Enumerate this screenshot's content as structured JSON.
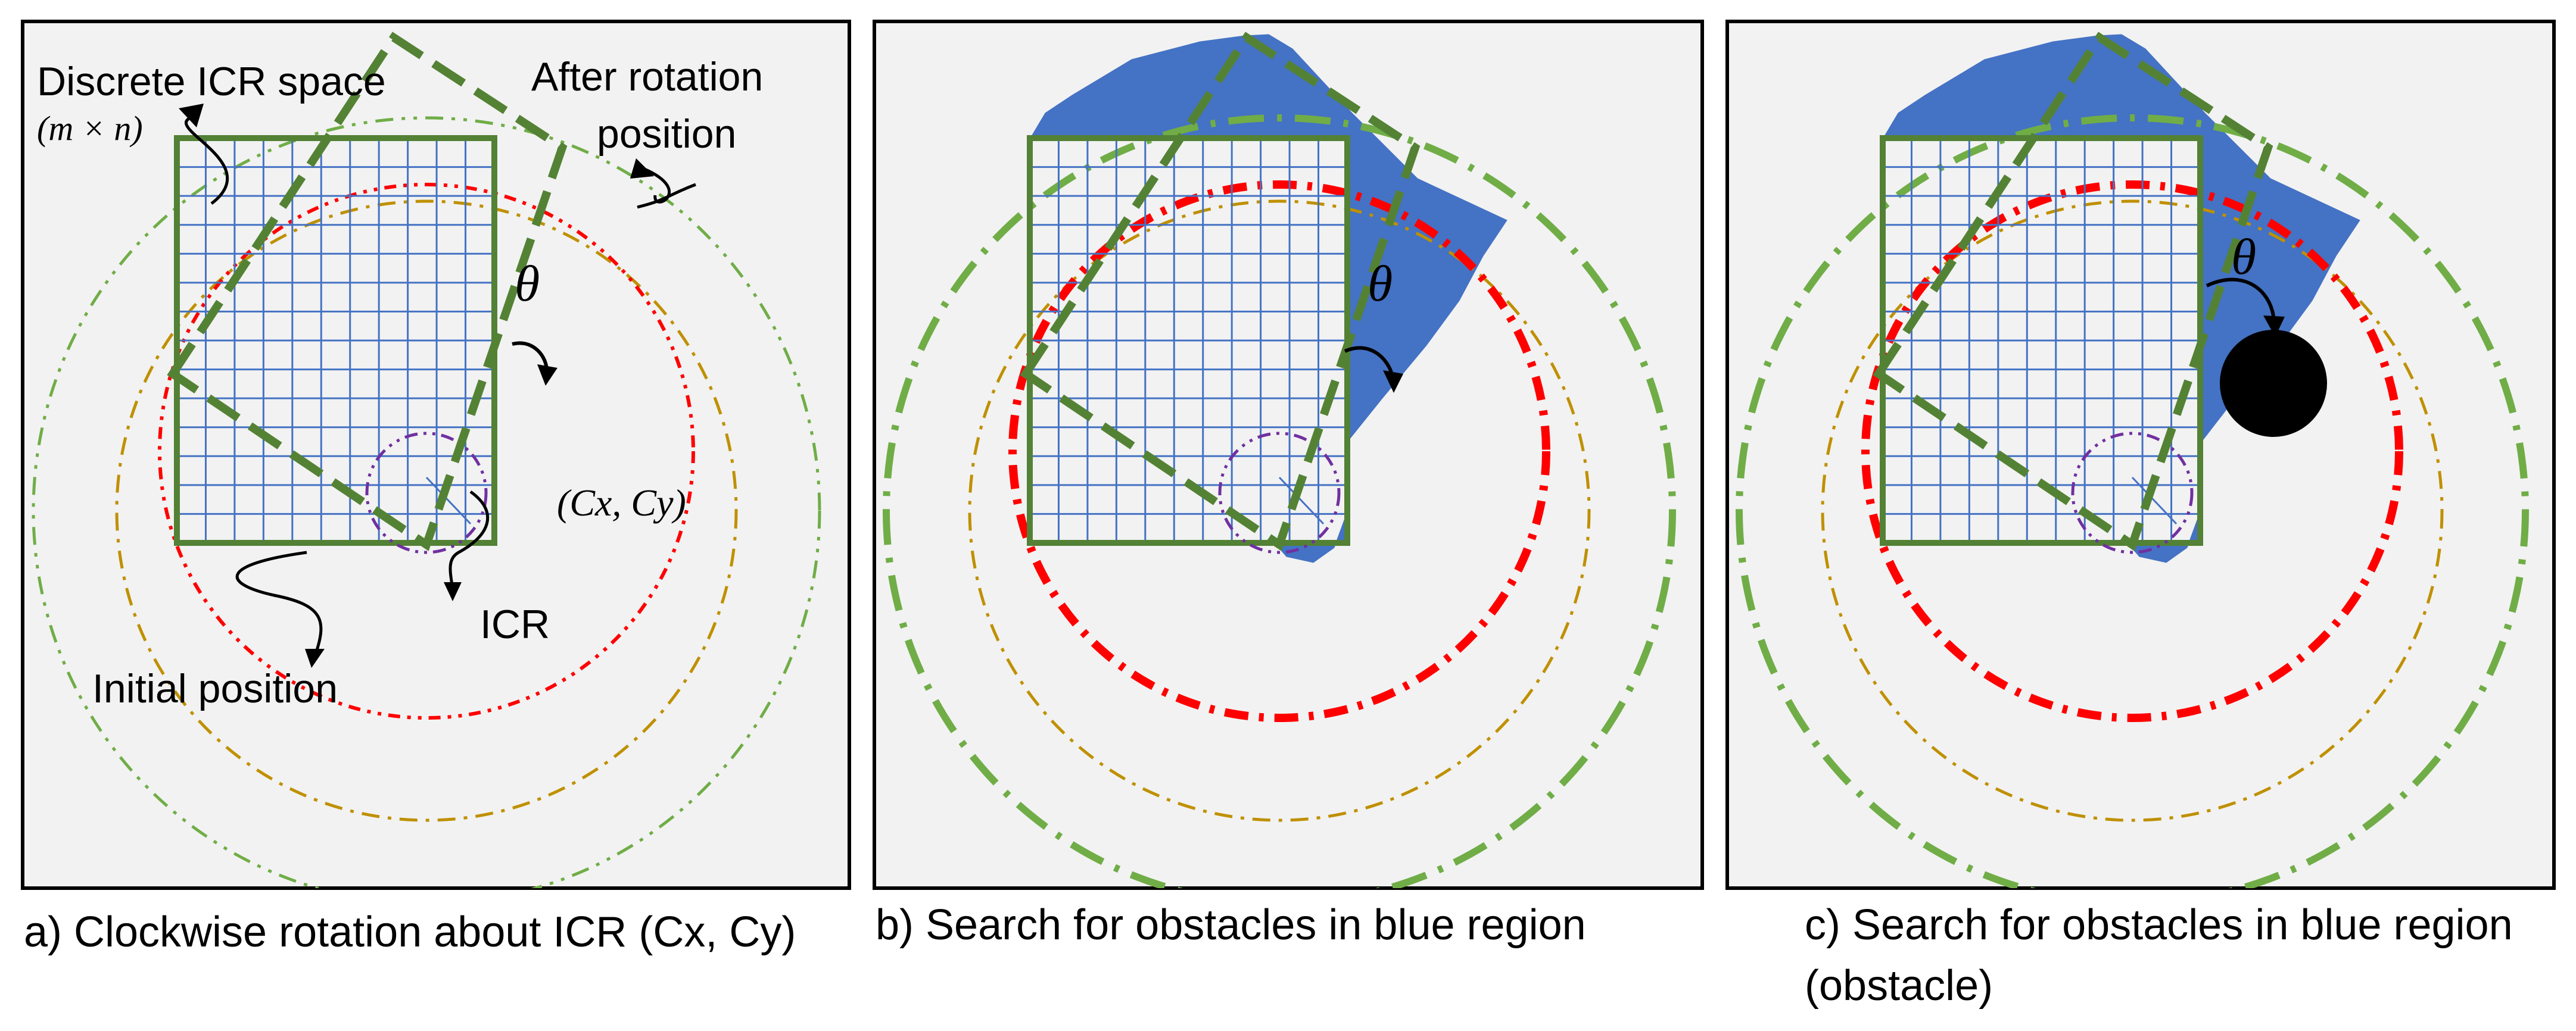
{
  "colors": {
    "panel_bg": "#f2f2f2",
    "panel_border": "#000000",
    "robot_outline": "#538135",
    "grid_line": "#4472c4",
    "rotated_robot": "#548235",
    "search_region": "#4472c4",
    "circle_outer": "#70ad47",
    "circle_gold": "#bf9000",
    "circle_red": "#ff0000",
    "circle_icr": "#7030a0",
    "obstacle": "#000000"
  },
  "panel_a": {
    "label_discrete_space": "Discrete ICR space",
    "label_mxn": "(m × n)",
    "label_after_rotation_1": "After rotation",
    "label_after_rotation_2": "position",
    "label_theta": "θ",
    "label_center": "(Cx, Cy)",
    "label_icr": "ICR",
    "label_initial": "Initial position",
    "caption": "a) Clockwise rotation about ICR (Cx, Cy)"
  },
  "panel_b": {
    "label_theta": "θ",
    "caption": "b) Search for obstacles in blue region"
  },
  "panel_c": {
    "label_theta": "θ",
    "caption_line1": "c) Search for obstacles in blue region",
    "caption_line2": "(obstacle)"
  }
}
